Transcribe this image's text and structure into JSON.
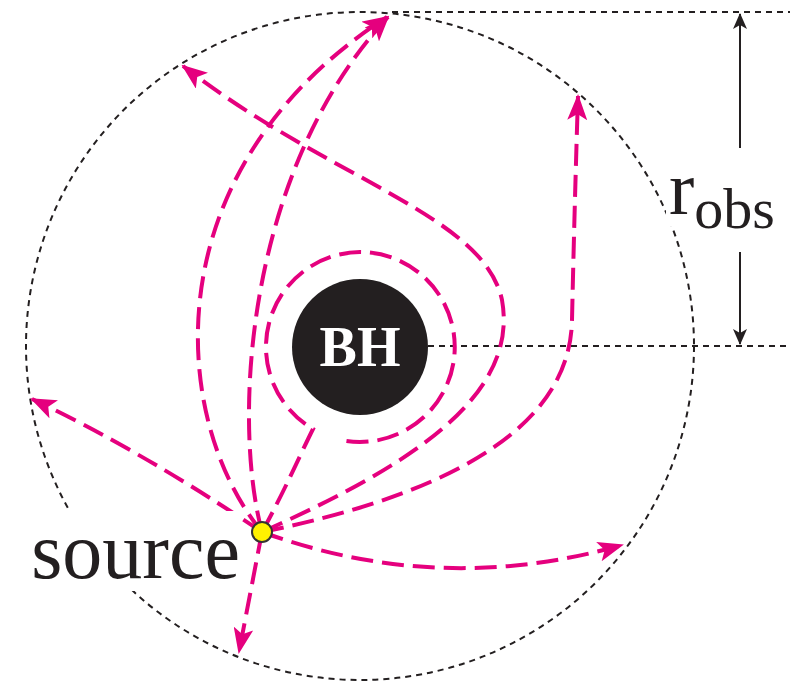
{
  "diagram": {
    "nodes": [
      {
        "text": [
          "BH"
        ]
      },
      {
        "text": [
          "source"
        ]
      }
    ],
    "labels": [
      "r",
      "obs"
    ]
  }
}
